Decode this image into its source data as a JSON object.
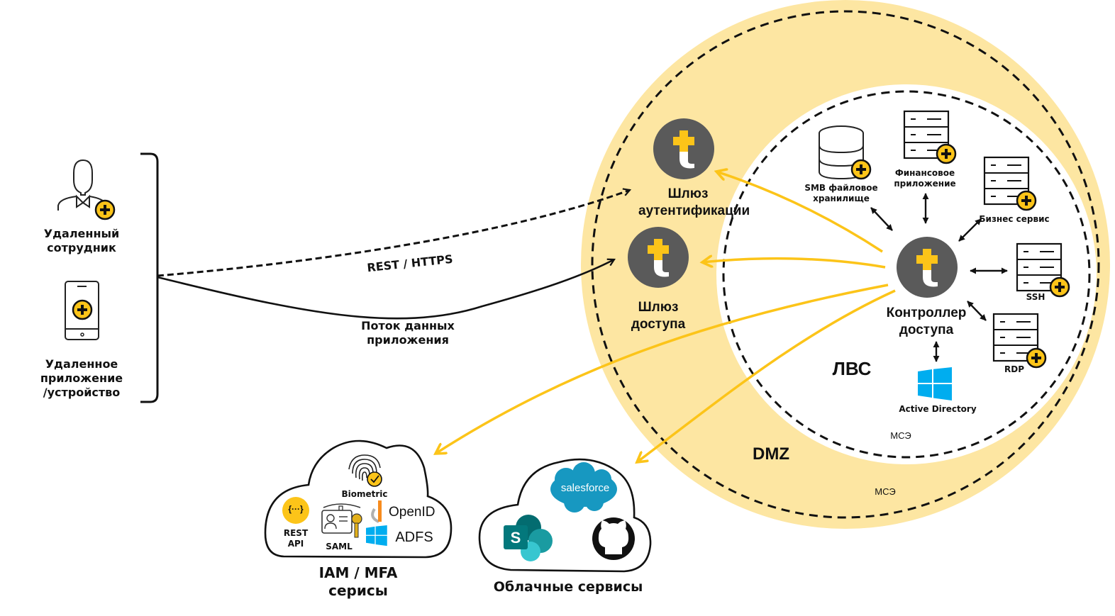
{
  "diagram": {
    "colors": {
      "zone_fill": "#fde6a2",
      "accent_yellow": "#fcc419",
      "node_gray": "#5a5a5a",
      "line_black": "#111111",
      "windows_blue": "#00adef",
      "salesforce_blue": "#1798c1",
      "sharepoint_teal": "#036c70"
    },
    "clients": {
      "remote_employee": "Удаленный сотрудник",
      "remote_employee_l1": "Удаленный",
      "remote_employee_l2": "сотрудник",
      "remote_app_l1": "Удаленное",
      "remote_app_l2": "приложение",
      "remote_app_l3": "/устройство"
    },
    "links": {
      "rest_https": "REST / HTTPS",
      "data_flow_l1": "Поток данных",
      "data_flow_l2": "приложения"
    },
    "gateways": {
      "auth_l1": "Шлюз",
      "auth_l2": "аутентификации",
      "access_l1": "Шлюз",
      "access_l2": "доступа"
    },
    "controller": {
      "l1": "Контроллер",
      "l2": "доступа"
    },
    "zones": {
      "dmz": "DMZ",
      "lan": "ЛВС",
      "firewall_inner": "МСЭ",
      "firewall_outer": "МСЭ"
    },
    "lan_resources": {
      "smb_l1": "SMB файловое",
      "smb_l2": "хранилище",
      "finance_l1": "Финансовое",
      "finance_l2": "приложение",
      "business": "Бизнес сервис",
      "ssh": "SSH",
      "rdp": "RDP",
      "ad": "Active Directory"
    },
    "iam": {
      "biometric": "Biometric",
      "rest_l1": "REST",
      "rest_l2": "API",
      "rest_glyph": "{···}",
      "saml": "SAML",
      "openid": "OpenID",
      "adfs": "ADFS",
      "title_l1": "IAM / MFA",
      "title_l2": "серисы"
    },
    "cloud": {
      "salesforce": "salesforce",
      "sharepoint_letter": "S",
      "title": "Облачные сервисы"
    }
  }
}
